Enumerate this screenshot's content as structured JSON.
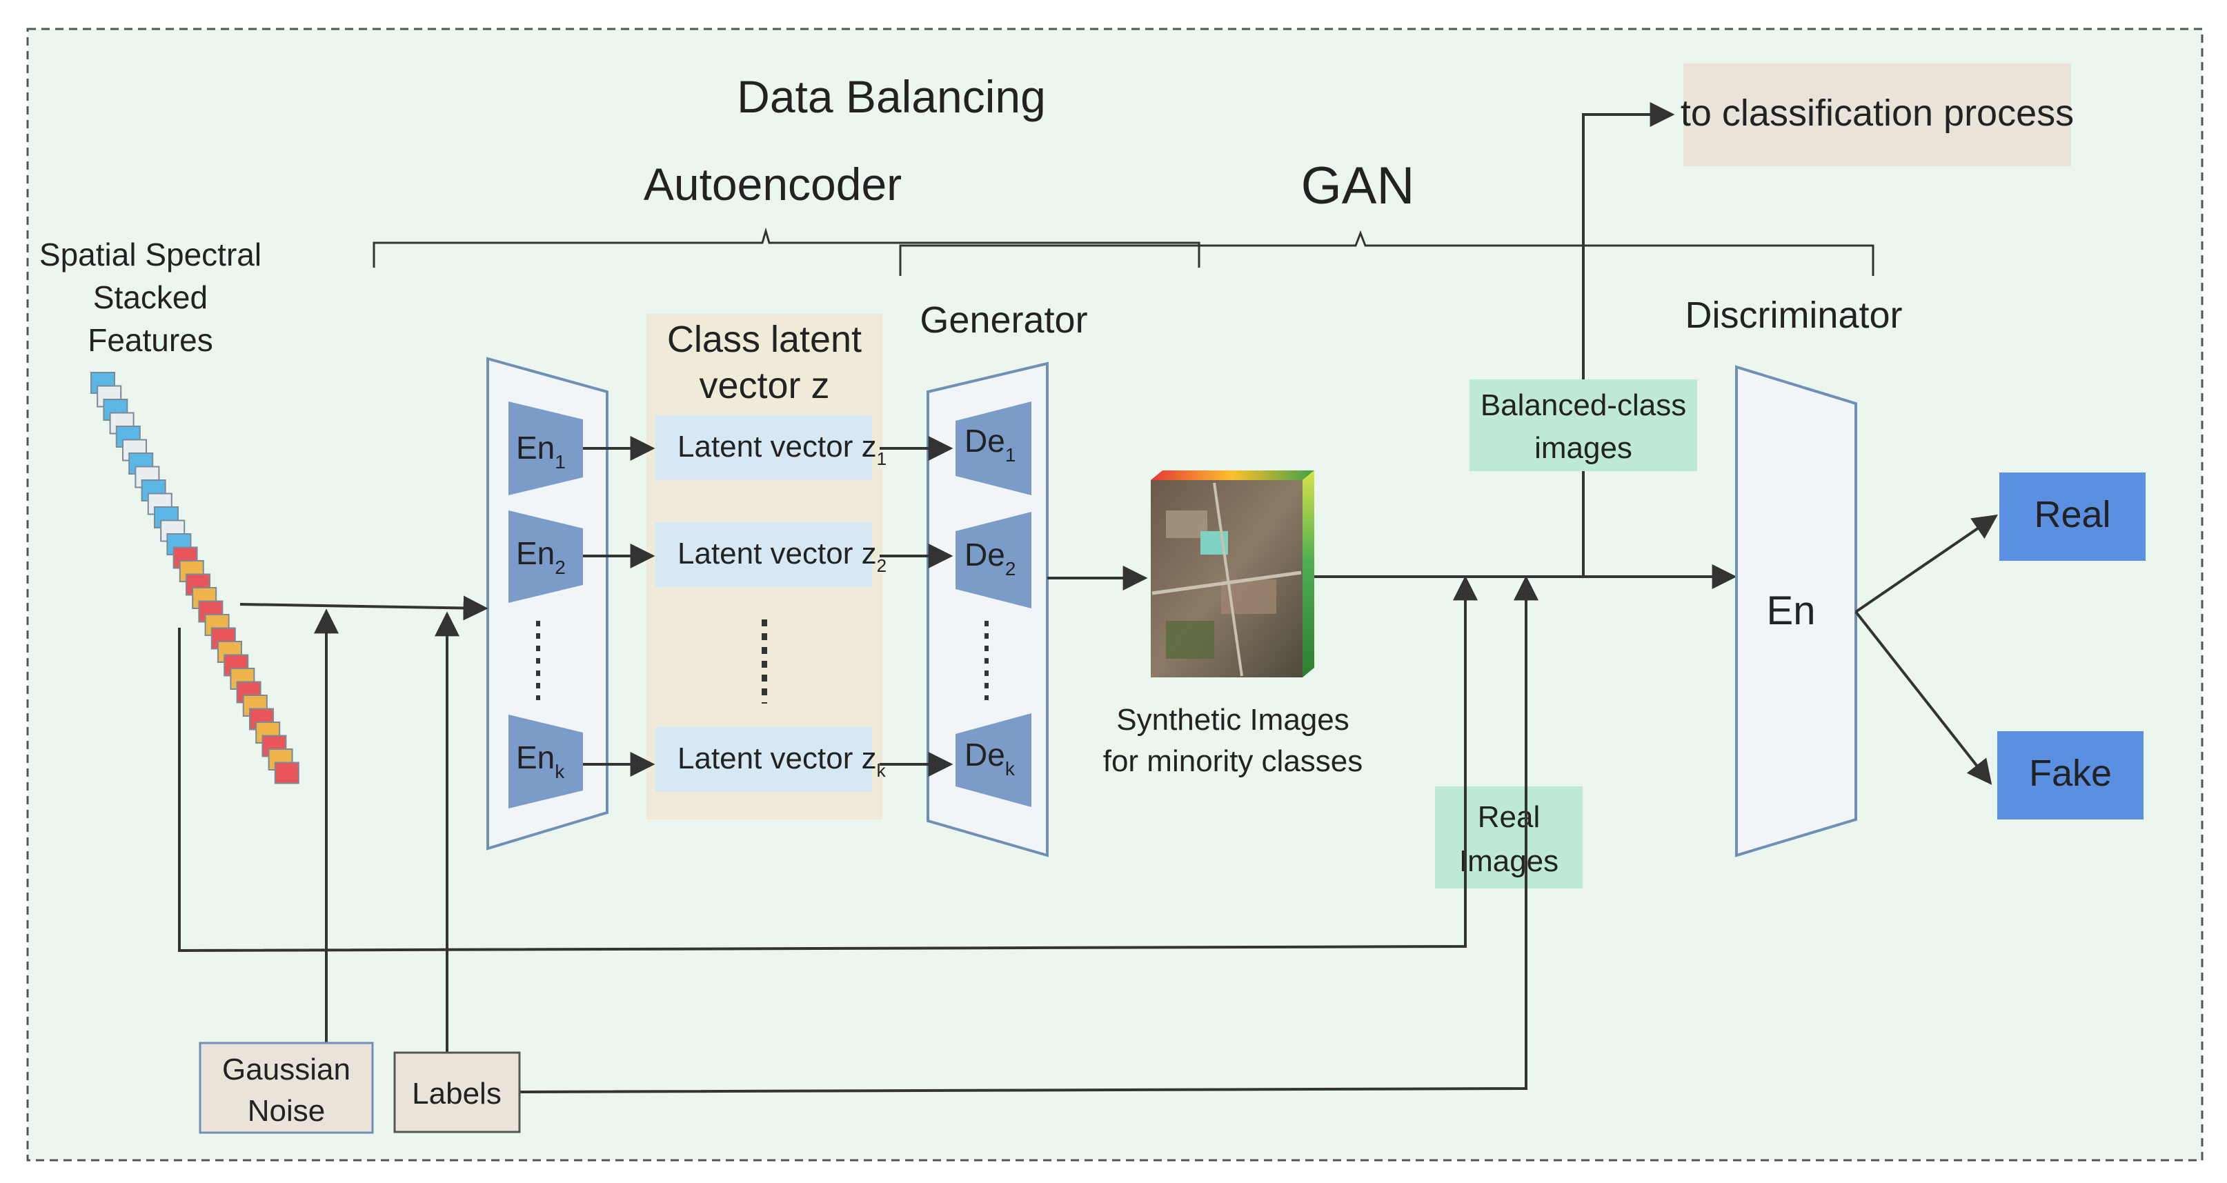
{
  "title": "Data Balancing",
  "section_labels": {
    "autoencoder": "Autoencoder",
    "gan": "GAN",
    "generator": "Generator",
    "discriminator": "Discriminator"
  },
  "input": {
    "line1": "Spatial Spectral",
    "line2": "Stacked",
    "line3": "Features"
  },
  "latent_panel": {
    "title_line1": "Class latent",
    "title_line2": "vector z",
    "rows": [
      {
        "text": "Latent vector z",
        "sub": "1"
      },
      {
        "text": "Latent vector z",
        "sub": "2"
      },
      {
        "text": "Latent vector z",
        "sub": "k"
      }
    ]
  },
  "encoders": [
    {
      "text": "En",
      "sub": "1"
    },
    {
      "text": "En",
      "sub": "2"
    },
    {
      "text": "En",
      "sub": "k"
    }
  ],
  "decoders": [
    {
      "text": "De",
      "sub": "1"
    },
    {
      "text": "De",
      "sub": "2"
    },
    {
      "text": "De",
      "sub": "k"
    }
  ],
  "synthetic": {
    "line1": "Synthetic Images",
    "line2": "for minority classes"
  },
  "balanced": {
    "line1": "Balanced-class",
    "line2": "images"
  },
  "real_images": {
    "line1": "Real",
    "line2": "Images"
  },
  "discriminator_block": "En",
  "classification": "to classification process",
  "outputs": {
    "real": "Real",
    "fake": "Fake"
  },
  "noise": {
    "line1": "Gaussian",
    "line2": "Noise"
  },
  "labels_box": "Labels",
  "colors": {
    "background": "#eaf6ee",
    "latent_panel": "#f0ebd8",
    "latent_row": "#d6e8f3",
    "trapezoid_fill": "#f1f5f7",
    "trapezoid_stroke": "#6f8fb4",
    "block_fill": "#7b9cc9",
    "green_box": "#bde9d5",
    "beige_box": "#e9e3d9",
    "output_box": "#5b8fe0",
    "line": "#333333"
  }
}
